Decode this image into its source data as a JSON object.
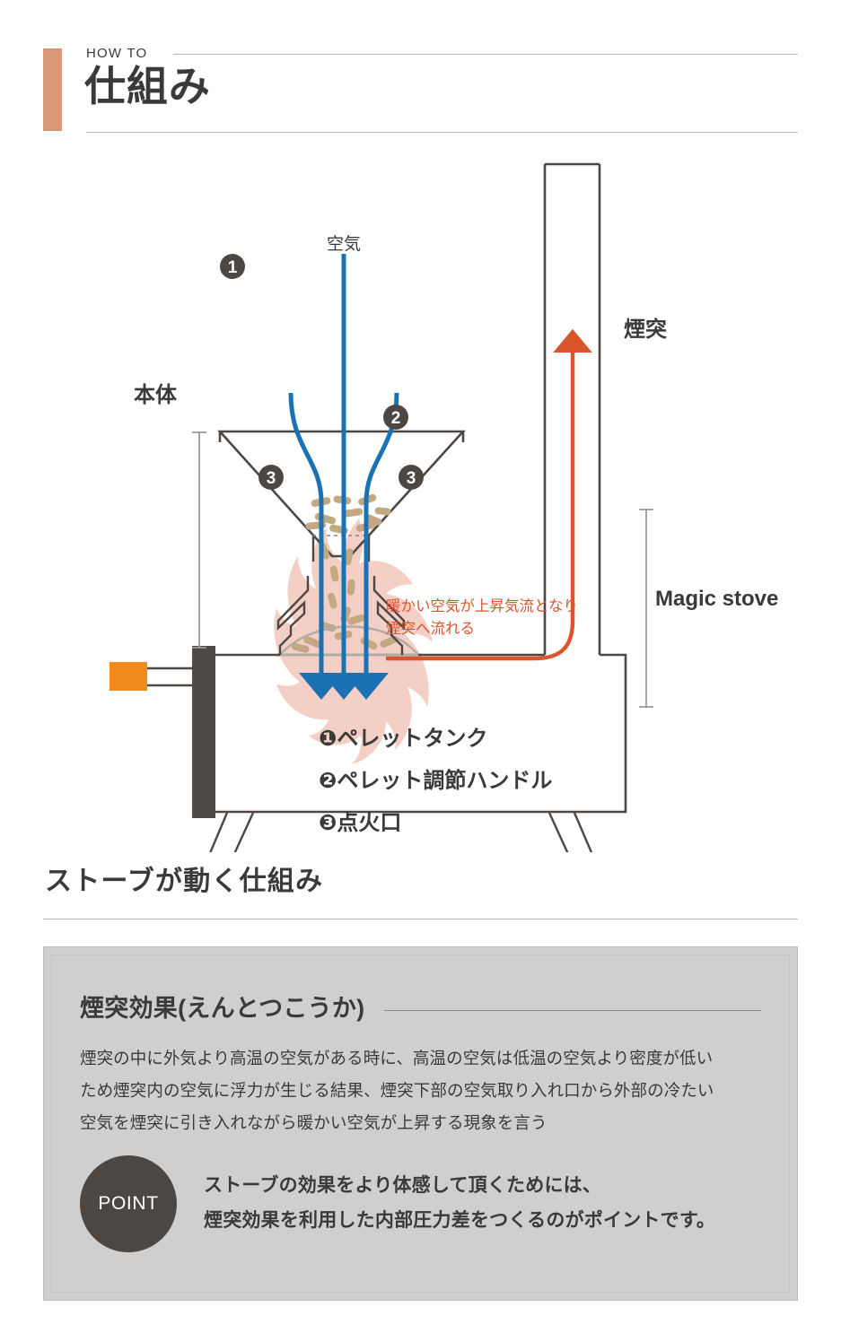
{
  "header": {
    "kicker": "HOW TO",
    "title": "仕組み",
    "accent_color": "#d79a76"
  },
  "diagram": {
    "air_label": "空気",
    "body_label": "本体",
    "chimney_label": "煙突",
    "product_label": "Magic stove",
    "updraft_note_line1": "暖かい空気が上昇気流となり",
    "updraft_note_line2": "煙突へ流れる",
    "callouts": [
      {
        "number": "❶",
        "label": "ペレットタンク"
      },
      {
        "number": "❷",
        "label": "ペレット調節ハンドル"
      },
      {
        "number": "❸",
        "label": "点火口"
      }
    ],
    "marker_1": "❶",
    "marker_2": "❷",
    "marker_3_left": "❸",
    "marker_3_right": "❸",
    "colors": {
      "air_blue": "#1a72b5",
      "updraft_orange": "#d9552b",
      "flame_pink": "#f4cfc6",
      "pellet_tan": "#c2a883",
      "outline": "#4d4743",
      "door_dark": "#4d4a48",
      "knob_orange": "#f08c1e",
      "dimension_grey": "#9a9a9a"
    }
  },
  "section2": {
    "title": "ストーブが動く仕組み",
    "panel": {
      "heading": "煙突効果(えんとつこうか)",
      "body_lines": [
        "煙突の中に外気より高温の空気がある時に、高温の空気は低温の空気より密度が低い",
        "ため煙突内の空気に浮力が生じる結果、煙突下部の空気取り入れ口から外部の冷たい",
        "空気を煙突に引き入れながら暖かい空気が上昇する現象を言う"
      ],
      "point_badge": "POINT",
      "point_lines": [
        "ストーブの効果をより体感して頂くためには、",
        "煙突効果を利用した内部圧力差をつくるのがポイントです。"
      ]
    }
  }
}
